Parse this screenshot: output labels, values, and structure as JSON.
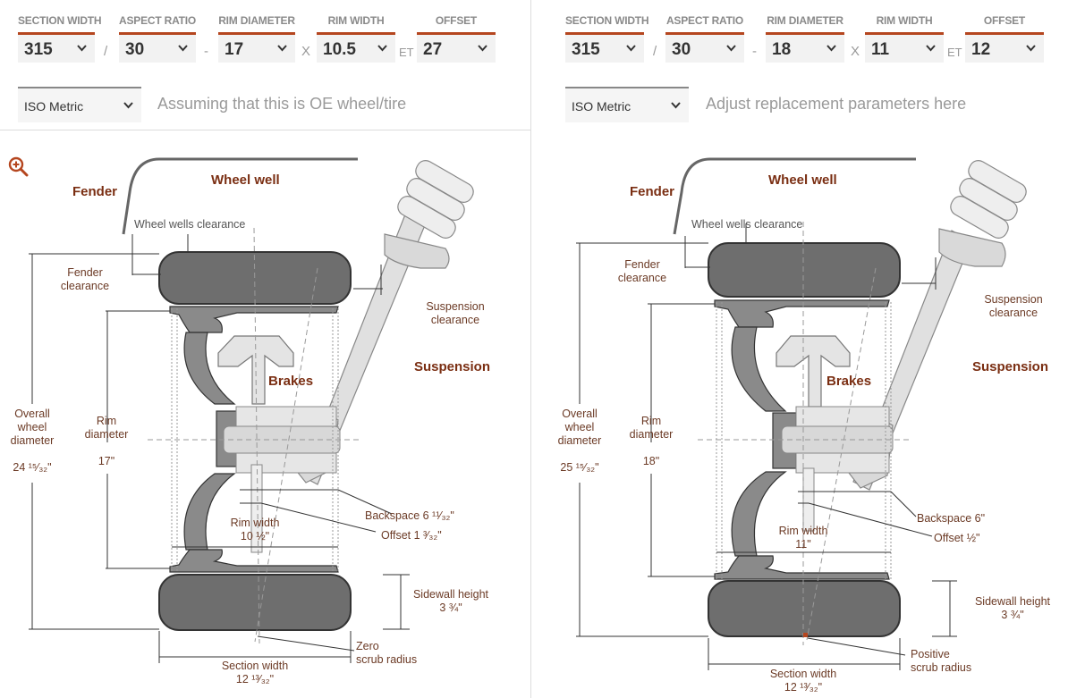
{
  "left": {
    "fields": [
      {
        "label": "SECTION WIDTH",
        "value": "315"
      },
      {
        "label": "ASPECT RATIO",
        "value": "30"
      },
      {
        "label": "RIM DIAMETER",
        "value": "17"
      },
      {
        "label": "RIM WIDTH",
        "value": "10.5"
      },
      {
        "label": "OFFSET",
        "value": "27"
      }
    ],
    "separators": [
      "/",
      "-",
      "X",
      "ET"
    ],
    "system": "ISO Metric",
    "hint": "Assuming that this is OE wheel/tire",
    "diagram": {
      "fender": "Fender",
      "wheel_well": "Wheel well",
      "wheel_wells_clearance": "Wheel wells clearance",
      "fender_clearance": [
        "Fender",
        "clearance"
      ],
      "suspension_clearance": [
        "Suspension",
        "clearance"
      ],
      "suspension": "Suspension",
      "brakes": "Brakes",
      "overall_wheel_diameter": [
        "Overall",
        "wheel",
        "diameter"
      ],
      "overall_value": "24 ¹⁵⁄₃₂\"",
      "rim_diameter": [
        "Rim",
        "diameter"
      ],
      "rim_diameter_value": "17\"",
      "rim_width_label": "Rim width",
      "rim_width_value": "10 ½\"",
      "backspace": "Backspace 6 ¹¹⁄₃₂\"",
      "offset": "Offset 1 ³⁄₃₂\"",
      "sidewall_height": "Sidewall height",
      "sidewall_value": "3 ¾\"",
      "scrub": [
        "Zero",
        "scrub radius"
      ],
      "section_width": "Section width",
      "section_value": "12 ¹³⁄₃₂\""
    }
  },
  "right": {
    "fields": [
      {
        "label": "SECTION WIDTH",
        "value": "315"
      },
      {
        "label": "ASPECT RATIO",
        "value": "30"
      },
      {
        "label": "RIM DIAMETER",
        "value": "18"
      },
      {
        "label": "RIM WIDTH",
        "value": "11"
      },
      {
        "label": "OFFSET",
        "value": "12"
      }
    ],
    "separators": [
      "/",
      "-",
      "X",
      "ET"
    ],
    "system": "ISO Metric",
    "hint": "Adjust replacement parameters here",
    "diagram": {
      "fender": "Fender",
      "wheel_well": "Wheel well",
      "wheel_wells_clearance": "Wheel wells clearance",
      "fender_clearance": [
        "Fender",
        "clearance"
      ],
      "suspension_clearance": [
        "Suspension",
        "clearance"
      ],
      "suspension": "Suspension",
      "brakes": "Brakes",
      "overall_wheel_diameter": [
        "Overall",
        "wheel",
        "diameter"
      ],
      "overall_value": "25 ¹⁵⁄₃₂\"",
      "rim_diameter": [
        "Rim",
        "diameter"
      ],
      "rim_diameter_value": "18\"",
      "rim_width_label": "Rim width",
      "rim_width_value": "11\"",
      "backspace": "Backspace 6\"",
      "offset": "Offset ½\"",
      "sidewall_height": "Sidewall height",
      "sidewall_value": "3 ¾\"",
      "scrub": [
        "Positive",
        "scrub radius"
      ],
      "section_width": "Section width",
      "section_value": "12 ¹³⁄₃₂\""
    }
  },
  "colors": {
    "accent": "#b5461f",
    "label_dark": "#7a2e12",
    "tire": "#6e6e6e"
  },
  "icons": {
    "zoom": "zoom-in-icon",
    "dropdown": "chevron-down-icon"
  }
}
